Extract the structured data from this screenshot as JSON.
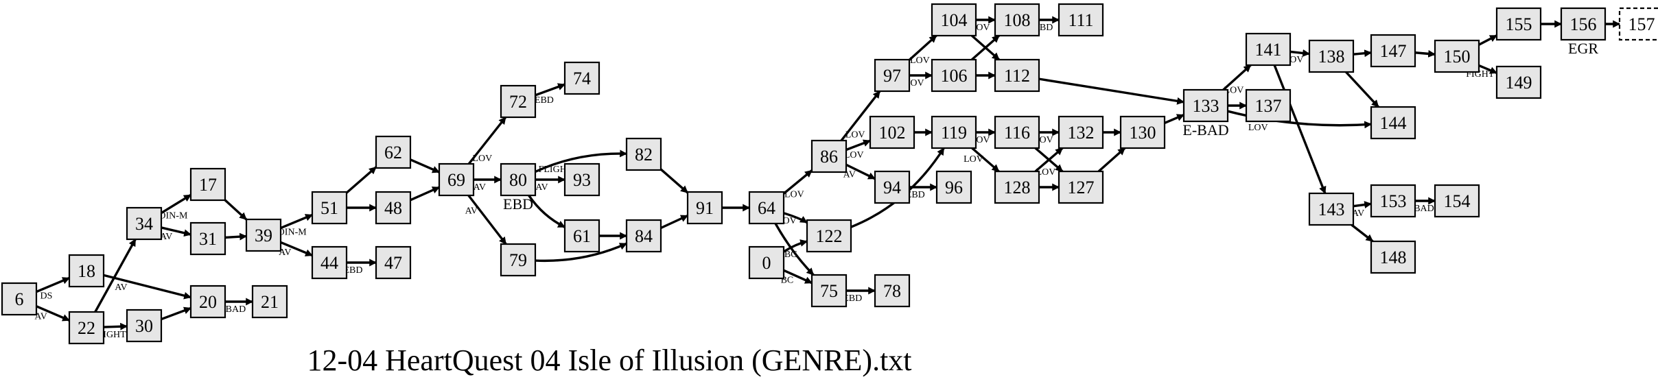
{
  "title": "12-04 HeartQuest 04 Isle of Illusion (GENRE).txt",
  "nodes": [
    {
      "id": "6",
      "label": "6"
    },
    {
      "id": "18",
      "label": "18"
    },
    {
      "id": "22",
      "label": "22"
    },
    {
      "id": "34",
      "label": "34"
    },
    {
      "id": "30",
      "label": "30"
    },
    {
      "id": "17",
      "label": "17"
    },
    {
      "id": "31",
      "label": "31"
    },
    {
      "id": "20",
      "label": "20"
    },
    {
      "id": "21",
      "label": "21"
    },
    {
      "id": "39",
      "label": "39"
    },
    {
      "id": "51",
      "label": "51"
    },
    {
      "id": "44",
      "label": "44"
    },
    {
      "id": "47",
      "label": "47"
    },
    {
      "id": "62",
      "label": "62"
    },
    {
      "id": "48",
      "label": "48"
    },
    {
      "id": "69",
      "label": "69"
    },
    {
      "id": "72",
      "label": "72"
    },
    {
      "id": "74",
      "label": "74"
    },
    {
      "id": "80",
      "label": "80"
    },
    {
      "id": "93",
      "label": "93"
    },
    {
      "id": "79",
      "label": "79"
    },
    {
      "id": "82",
      "label": "82"
    },
    {
      "id": "61",
      "label": "61"
    },
    {
      "id": "84",
      "label": "84"
    },
    {
      "id": "91",
      "label": "91"
    },
    {
      "id": "64",
      "label": "64"
    },
    {
      "id": "0",
      "label": "0"
    },
    {
      "id": "86",
      "label": "86"
    },
    {
      "id": "122",
      "label": "122"
    },
    {
      "id": "75",
      "label": "75"
    },
    {
      "id": "78",
      "label": "78"
    },
    {
      "id": "97",
      "label": "97"
    },
    {
      "id": "102",
      "label": "102"
    },
    {
      "id": "94",
      "label": "94"
    },
    {
      "id": "96",
      "label": "96"
    },
    {
      "id": "104",
      "label": "104"
    },
    {
      "id": "106",
      "label": "106"
    },
    {
      "id": "108",
      "label": "108"
    },
    {
      "id": "111",
      "label": "111"
    },
    {
      "id": "112",
      "label": "112"
    },
    {
      "id": "119",
      "label": "119"
    },
    {
      "id": "116",
      "label": "116"
    },
    {
      "id": "128",
      "label": "128"
    },
    {
      "id": "132",
      "label": "132"
    },
    {
      "id": "127",
      "label": "127"
    },
    {
      "id": "130",
      "label": "130"
    },
    {
      "id": "133",
      "label": "133"
    },
    {
      "id": "137",
      "label": "137"
    },
    {
      "id": "141",
      "label": "141"
    },
    {
      "id": "138",
      "label": "138"
    },
    {
      "id": "147",
      "label": "147"
    },
    {
      "id": "144",
      "label": "144"
    },
    {
      "id": "143",
      "label": "143"
    },
    {
      "id": "153",
      "label": "153"
    },
    {
      "id": "154",
      "label": "154"
    },
    {
      "id": "148",
      "label": "148"
    },
    {
      "id": "150",
      "label": "150"
    },
    {
      "id": "155",
      "label": "155"
    },
    {
      "id": "156",
      "label": "156"
    },
    {
      "id": "157",
      "label": "157",
      "style": "dashed"
    },
    {
      "id": "149",
      "label": "149"
    }
  ],
  "node_notes": [
    {
      "node": "80",
      "text": "EBD"
    },
    {
      "node": "133",
      "text": "E-BAD"
    },
    {
      "node": "156",
      "text": "EGR"
    }
  ],
  "edges": [
    {
      "from": "6",
      "to": "18",
      "label": "DS"
    },
    {
      "from": "6",
      "to": "22",
      "label": "AV"
    },
    {
      "from": "18",
      "to": "20",
      "label": "AV"
    },
    {
      "from": "22",
      "to": "34",
      "label": ""
    },
    {
      "from": "22",
      "to": "30",
      "label": "FLIGHT"
    },
    {
      "from": "30",
      "to": "20",
      "label": ""
    },
    {
      "from": "34",
      "to": "17",
      "label": "JOIN-M"
    },
    {
      "from": "34",
      "to": "31",
      "label": "AV"
    },
    {
      "from": "17",
      "to": "39",
      "label": ""
    },
    {
      "from": "31",
      "to": "39",
      "label": ""
    },
    {
      "from": "20",
      "to": "21",
      "label": "E-BAD"
    },
    {
      "from": "39",
      "to": "51",
      "label": "JOIN-M"
    },
    {
      "from": "39",
      "to": "44",
      "label": "AV"
    },
    {
      "from": "44",
      "to": "47",
      "label": "EBD"
    },
    {
      "from": "51",
      "to": "62",
      "label": ""
    },
    {
      "from": "51",
      "to": "48",
      "label": ""
    },
    {
      "from": "62",
      "to": "69",
      "label": ""
    },
    {
      "from": "48",
      "to": "69",
      "label": ""
    },
    {
      "from": "69",
      "to": "72",
      "label": "LOV"
    },
    {
      "from": "69",
      "to": "80",
      "label": "AV"
    },
    {
      "from": "69",
      "to": "79",
      "label": "AV"
    },
    {
      "from": "72",
      "to": "74",
      "label": "EBD"
    },
    {
      "from": "80",
      "to": "82",
      "label": "FLIGHT"
    },
    {
      "from": "80",
      "to": "93",
      "label": "AV"
    },
    {
      "from": "80",
      "to": "61",
      "label": ""
    },
    {
      "from": "79",
      "to": "84",
      "label": ""
    },
    {
      "from": "61",
      "to": "84",
      "label": ""
    },
    {
      "from": "82",
      "to": "91",
      "label": ""
    },
    {
      "from": "84",
      "to": "91",
      "label": ""
    },
    {
      "from": "91",
      "to": "64",
      "label": ""
    },
    {
      "from": "64",
      "to": "86",
      "label": "LOV"
    },
    {
      "from": "64",
      "to": "122",
      "label": "LOV"
    },
    {
      "from": "64",
      "to": "75",
      "label": ""
    },
    {
      "from": "0",
      "to": "122",
      "label": "BC"
    },
    {
      "from": "0",
      "to": "75",
      "label": "BC"
    },
    {
      "from": "75",
      "to": "78",
      "label": "EBD"
    },
    {
      "from": "86",
      "to": "97",
      "label": "LOV"
    },
    {
      "from": "86",
      "to": "102",
      "label": "LOV"
    },
    {
      "from": "86",
      "to": "94",
      "label": "AV"
    },
    {
      "from": "94",
      "to": "96",
      "label": "EBD"
    },
    {
      "from": "122",
      "to": "119",
      "label": ""
    },
    {
      "from": "102",
      "to": "119",
      "label": ""
    },
    {
      "from": "97",
      "to": "104",
      "label": "LOV"
    },
    {
      "from": "97",
      "to": "106",
      "label": "LOV"
    },
    {
      "from": "104",
      "to": "108",
      "label": "LOV"
    },
    {
      "from": "104",
      "to": "112",
      "label": ""
    },
    {
      "from": "106",
      "to": "108",
      "label": ""
    },
    {
      "from": "106",
      "to": "112",
      "label": ""
    },
    {
      "from": "108",
      "to": "111",
      "label": "EBD"
    },
    {
      "from": "112",
      "to": "133",
      "label": ""
    },
    {
      "from": "119",
      "to": "116",
      "label": "LOV"
    },
    {
      "from": "119",
      "to": "128",
      "label": "LOV"
    },
    {
      "from": "116",
      "to": "132",
      "label": "LOV"
    },
    {
      "from": "116",
      "to": "127",
      "label": ""
    },
    {
      "from": "128",
      "to": "132",
      "label": "LOV"
    },
    {
      "from": "128",
      "to": "127",
      "label": ""
    },
    {
      "from": "132",
      "to": "130",
      "label": ""
    },
    {
      "from": "127",
      "to": "130",
      "label": ""
    },
    {
      "from": "130",
      "to": "133",
      "label": ""
    },
    {
      "from": "133",
      "to": "141",
      "label": "LOV"
    },
    {
      "from": "133",
      "to": "137",
      "label": ""
    },
    {
      "from": "133",
      "to": "144",
      "label": "LOV"
    },
    {
      "from": "141",
      "to": "138",
      "label": "LOV"
    },
    {
      "from": "141",
      "to": "143",
      "label": ""
    },
    {
      "from": "138",
      "to": "147",
      "label": ""
    },
    {
      "from": "138",
      "to": "144",
      "label": ""
    },
    {
      "from": "143",
      "to": "153",
      "label": "AV"
    },
    {
      "from": "143",
      "to": "148",
      "label": ""
    },
    {
      "from": "153",
      "to": "154",
      "label": "E-BAD"
    },
    {
      "from": "147",
      "to": "150",
      "label": ""
    },
    {
      "from": "150",
      "to": "155",
      "label": ""
    },
    {
      "from": "150",
      "to": "149",
      "label": "FIGHT"
    },
    {
      "from": "155",
      "to": "156",
      "label": ""
    },
    {
      "from": "156",
      "to": "157",
      "label": ""
    }
  ]
}
